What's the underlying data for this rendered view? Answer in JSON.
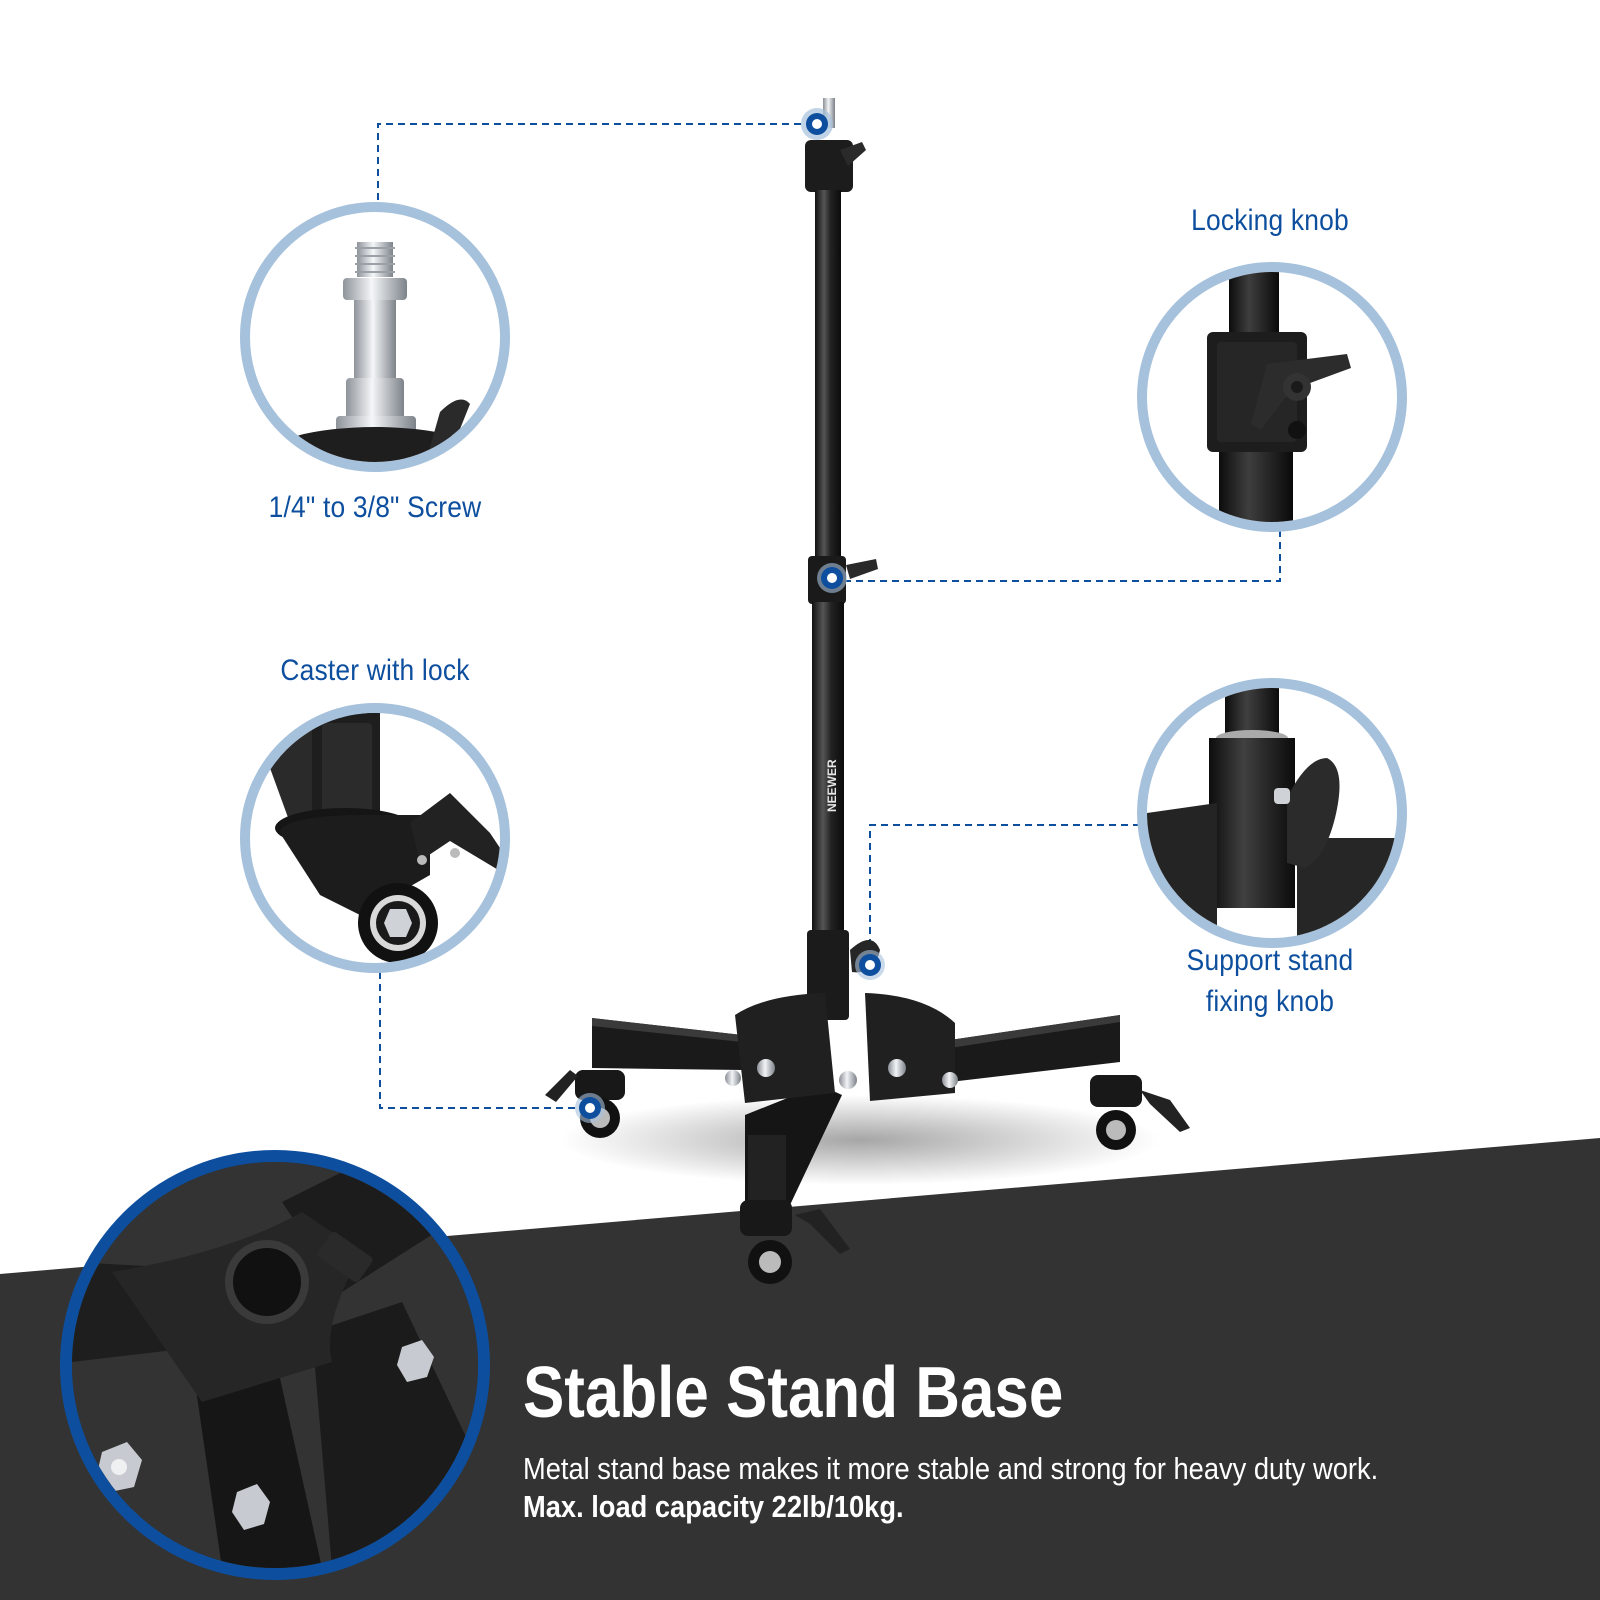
{
  "colors": {
    "accent_blue": "#0d4f9e",
    "ring_light_blue": "#a6c1dc",
    "dark_band": "#333333",
    "background": "#ffffff",
    "text_on_dark": "#ffffff"
  },
  "product": {
    "brand_mark": "NEEWER"
  },
  "callouts": [
    {
      "id": "screw",
      "label": "1/4\" to 3/8\" Screw",
      "icon": "spigot-screw-icon"
    },
    {
      "id": "locking-knob",
      "label": "Locking knob",
      "icon": "locking-knob-icon"
    },
    {
      "id": "caster",
      "label": "Caster with lock",
      "icon": "caster-wheel-icon"
    },
    {
      "id": "support-knob",
      "label_line1": "Support stand",
      "label_line2": "fixing knob",
      "icon": "fixing-knob-icon"
    }
  ],
  "feature": {
    "title": "Stable Stand Base",
    "description": "Metal stand base makes it more stable and strong for heavy duty work.",
    "load_capacity": "Max. load capacity 22lb/10kg."
  }
}
